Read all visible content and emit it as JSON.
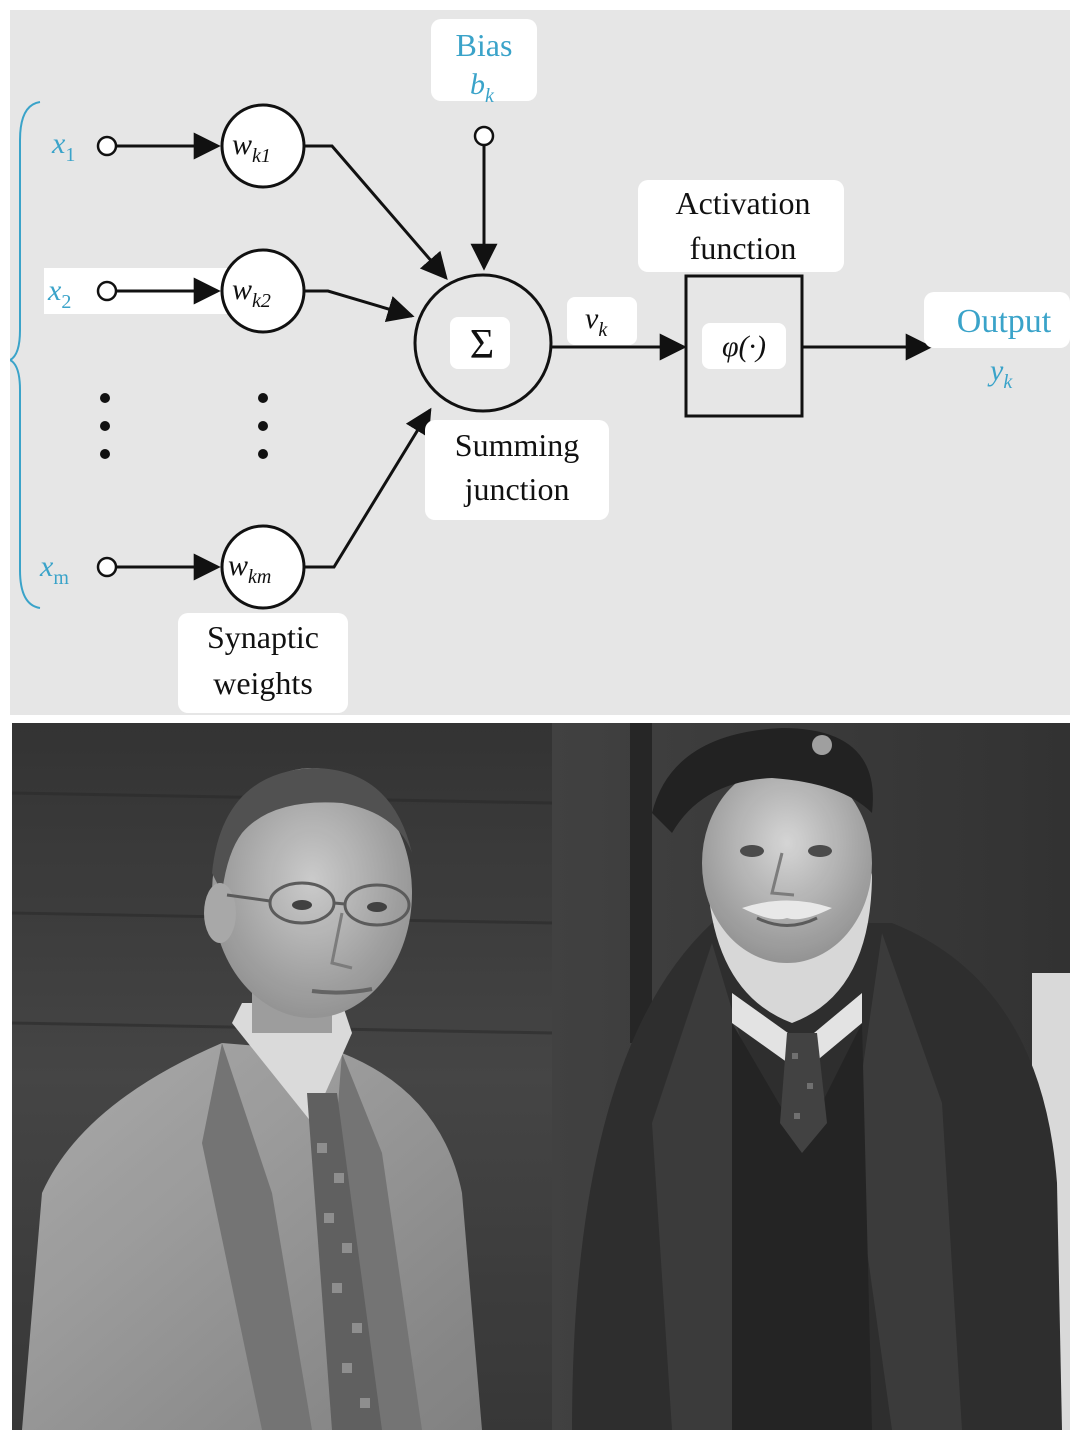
{
  "diagram": {
    "bias_label": "Bias",
    "bias_symbol": "b",
    "bias_sub": "k",
    "inputs": [
      {
        "sym": "x",
        "sub": "1"
      },
      {
        "sym": "x",
        "sub": "2"
      },
      {
        "sym": "x",
        "sub": "m"
      }
    ],
    "weights": [
      {
        "sym": "w",
        "sub": "k1"
      },
      {
        "sym": "w",
        "sub": "k2"
      },
      {
        "sym": "w",
        "sub": "km"
      }
    ],
    "sum_symbol": "Σ",
    "summing_label_line1": "Summing",
    "summing_label_line2": "junction",
    "synaptic_label_line1": "Synaptic",
    "synaptic_label_line2": "weights",
    "activation_label_line1": "Activation",
    "activation_label_line2": "function",
    "activation_symbol": "φ(·)",
    "induced_field_symbol": "v",
    "induced_field_sub": "k",
    "output_label": "Output",
    "output_symbol": "y",
    "output_sub": "k",
    "colors": {
      "accent": "#3aa3c9",
      "line": "#111111",
      "panel": "#e6e6e6"
    }
  },
  "photo": {
    "description_icons": [
      "person-left-icon",
      "person-right-icon"
    ]
  }
}
